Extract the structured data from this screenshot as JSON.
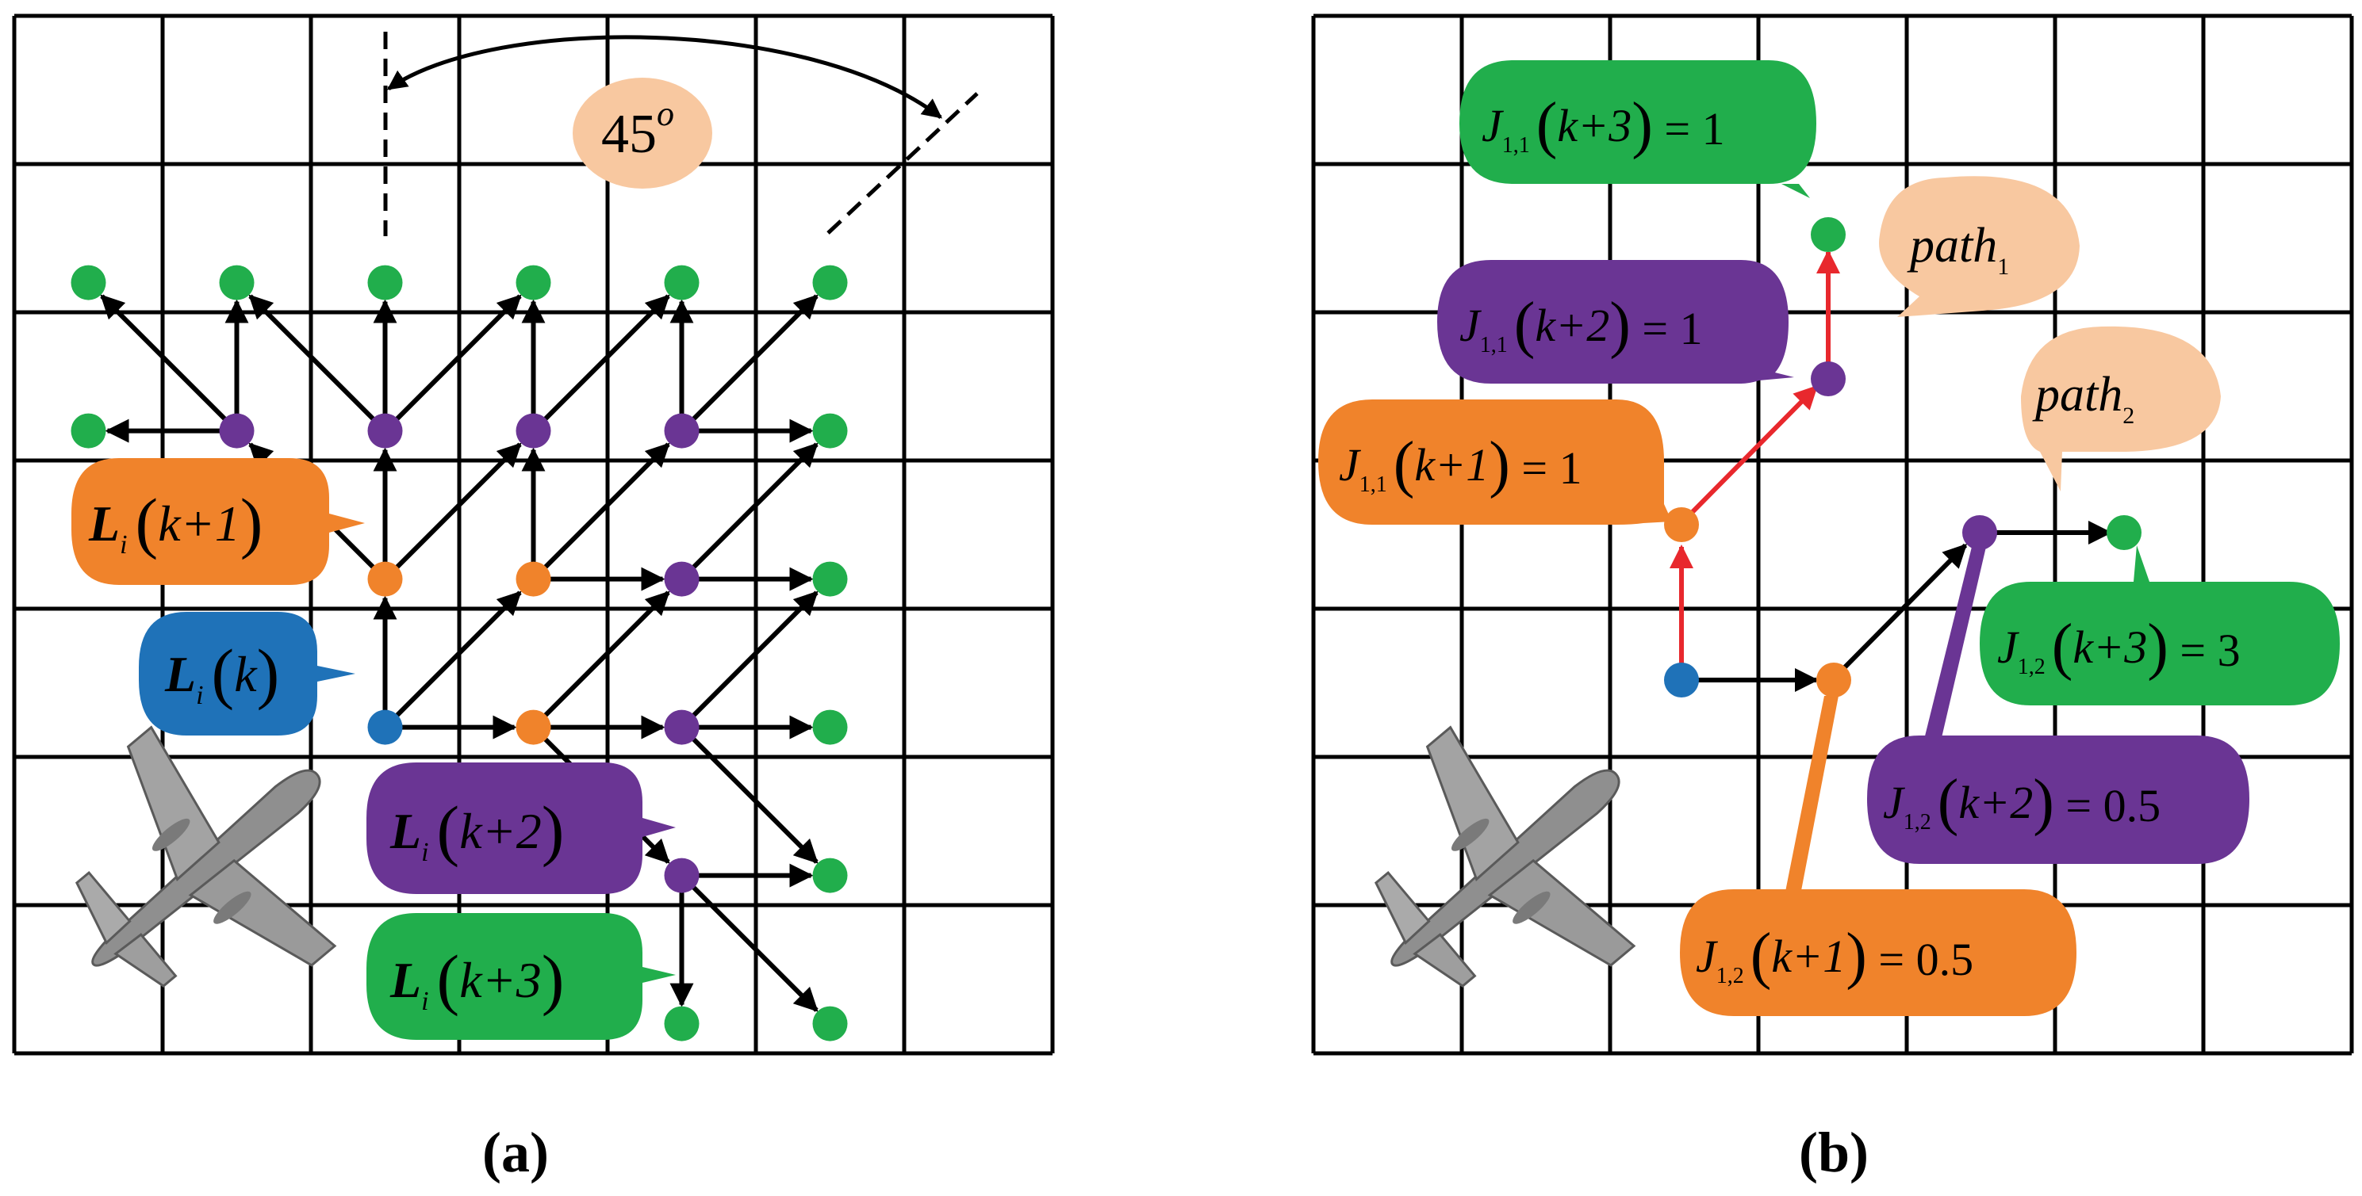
{
  "colors": {
    "blue": "#1f72b8",
    "orange": "#f0832b",
    "purple": "#6a3594",
    "green": "#21ae4c",
    "peach": "#f8c8a0",
    "red": "#e8282d",
    "black": "#000000"
  },
  "panel_a": {
    "angle_label": "45",
    "angle_sup": "o",
    "labels": [
      {
        "base": "L",
        "sub": "i",
        "arg": "k+1"
      },
      {
        "base": "L",
        "sub": "i",
        "arg": "k"
      },
      {
        "base": "L",
        "sub": "i",
        "arg": "k+2"
      },
      {
        "base": "L",
        "sub": "i",
        "arg": "k+3"
      }
    ],
    "caption": "(a)"
  },
  "panel_b": {
    "labels": [
      {
        "base": "J",
        "sub": "1,1",
        "arg": "k+3",
        "value": "1"
      },
      {
        "base": "J",
        "sub": "1,1",
        "arg": "k+2",
        "value": "1"
      },
      {
        "base": "J",
        "sub": "1,1",
        "arg": "k+1",
        "value": "1"
      },
      {
        "base": "J",
        "sub": "1,2",
        "arg": "k+3",
        "value": "3"
      },
      {
        "base": "J",
        "sub": "1,2",
        "arg": "k+2",
        "value": "0.5"
      },
      {
        "base": "J",
        "sub": "1,2",
        "arg": "k+1",
        "value": "0.5"
      }
    ],
    "paths": [
      {
        "base": "path",
        "sub": "1"
      },
      {
        "base": "path",
        "sub": "2"
      }
    ],
    "caption": "(b)"
  }
}
